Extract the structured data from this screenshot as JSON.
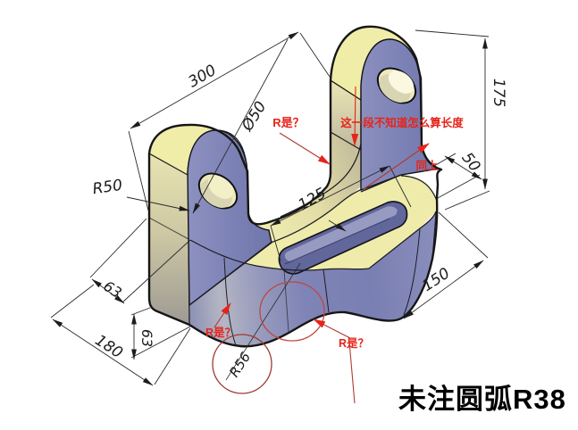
{
  "drawing": {
    "kind": "isometric CAD part drawing of a U-shaped bracket with two lugs, base slot and scooped front",
    "note_r38": "未注圆弧R38"
  },
  "dimensions": {
    "d300": "300",
    "d175": "175",
    "dia50": "Ø50",
    "r50": "R50",
    "d125": "125",
    "d50": "50",
    "d150": "150",
    "d63_oblique": "63",
    "d63_vertical": "63",
    "d180": "180",
    "r56": "R56"
  },
  "annotations": {
    "q_top": "R是？",
    "q_bottom_left": "R是？",
    "q_bottom_right": "R是？",
    "unknown_length": "这一段不知道怎么算长度",
    "same_as_above": "同上"
  },
  "colors": {
    "part_top": "#efecab",
    "part_side": "#7d82b8",
    "part_shadow": "#61669b",
    "edge": "#1a1a1a",
    "dim_line": "#2b2b2b",
    "red": "#e62419",
    "leader_red": "#b03a30",
    "balloon": "#9e3a35"
  }
}
